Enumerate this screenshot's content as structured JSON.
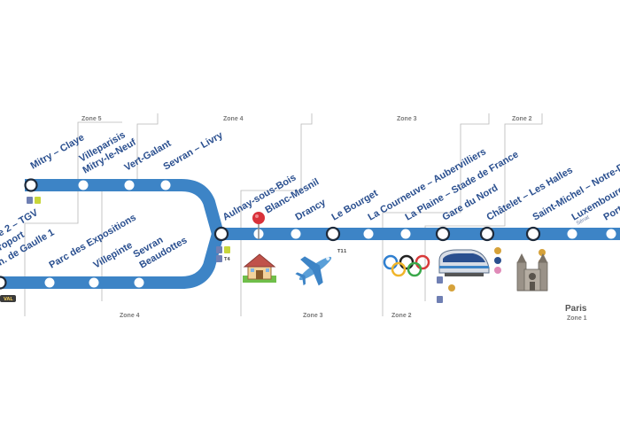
{
  "map": {
    "line_color": "#3d84c6",
    "guide_color": "#b8b8b8",
    "label_color": "#2a4f8f",
    "zones_top": [
      "Zone 5",
      "Zone 4",
      "Zone 3",
      "Zone 2"
    ],
    "zones_bottom": [
      "Zone 4",
      "Zone 3",
      "Zone 2"
    ],
    "paris": {
      "city": "Paris",
      "zone": "Zone 1"
    },
    "stations": {
      "mitry_claye": "Mitry – Claye",
      "villeparisis": "Villeparisis",
      "mitry_le_neuf": "Mitry-le-Neuf",
      "vert_galant": "Vert-Galant",
      "sevran_livry": "Sevran – Livry",
      "terminal_2": "e 2 – TGV",
      "roissypole": "roport",
      "cdg": "h. de Gaulle 1",
      "parc_expositions": "Parc des Expositions",
      "villepinte": "Villepinte",
      "sevran": "Sevran",
      "beaudottes": "Beaudottes",
      "aulnay": "Aulnay-sous-Bois",
      "blanc_mesnil": "Blanc-Mesnil",
      "drancy": "Drancy",
      "le_bourget": "Le Bourget",
      "la_courneuve": "La Courneuve – Aubervilliers",
      "la_plaine": "La Plaine – Stade de France",
      "gare_du_nord": "Gare du Nord",
      "chatelet": "Châtelet – Les Halles",
      "saint_michel": "Saint-Michel – Notre-D",
      "luxembourg": "Luxembourg",
      "luxembourg_sub": "Sénat",
      "port_royal": "Port"
    },
    "badges": {
      "t4": "T4",
      "t11": "T11",
      "val": "VAL"
    },
    "icons": {
      "pin": "round-pushpin-icon",
      "house": "house-icon",
      "plane": "airplane-icon",
      "rings": "olympic-rings-icon",
      "train": "high-speed-train-icon",
      "cathedral": "notre-dame-cathedral-icon"
    }
  }
}
